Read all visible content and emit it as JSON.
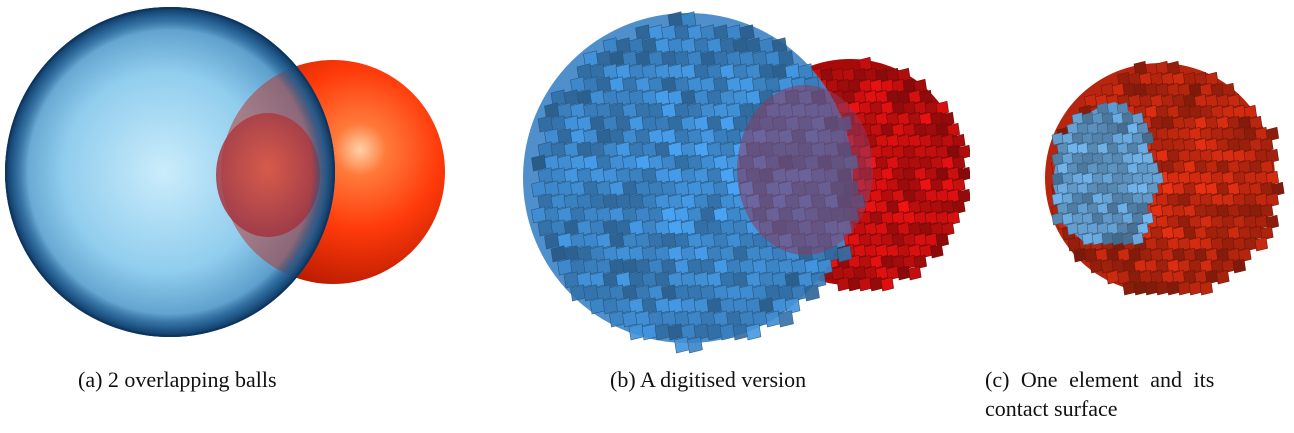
{
  "figure": {
    "panels": [
      {
        "id": "a",
        "label": "(a)",
        "caption": "2 overlapping balls",
        "colors": {
          "large_ball": "#5fb4e8",
          "large_rim": "#1a4f80",
          "small_ball": "#ff3a0a",
          "overlap": "#c84035"
        }
      },
      {
        "id": "b",
        "label": "(b)",
        "caption": "A digitised version",
        "colors": {
          "large_voxels": "#3f8fd6",
          "small_voxels": "#d81010",
          "overlap": "#8a3a60"
        }
      },
      {
        "id": "c",
        "label": "(c)",
        "caption_line1": "One element and its",
        "caption_line2": "contact surface",
        "colors": {
          "element_voxels": "#cc2a10",
          "contact_voxels": "#6aa8dc"
        }
      }
    ]
  }
}
